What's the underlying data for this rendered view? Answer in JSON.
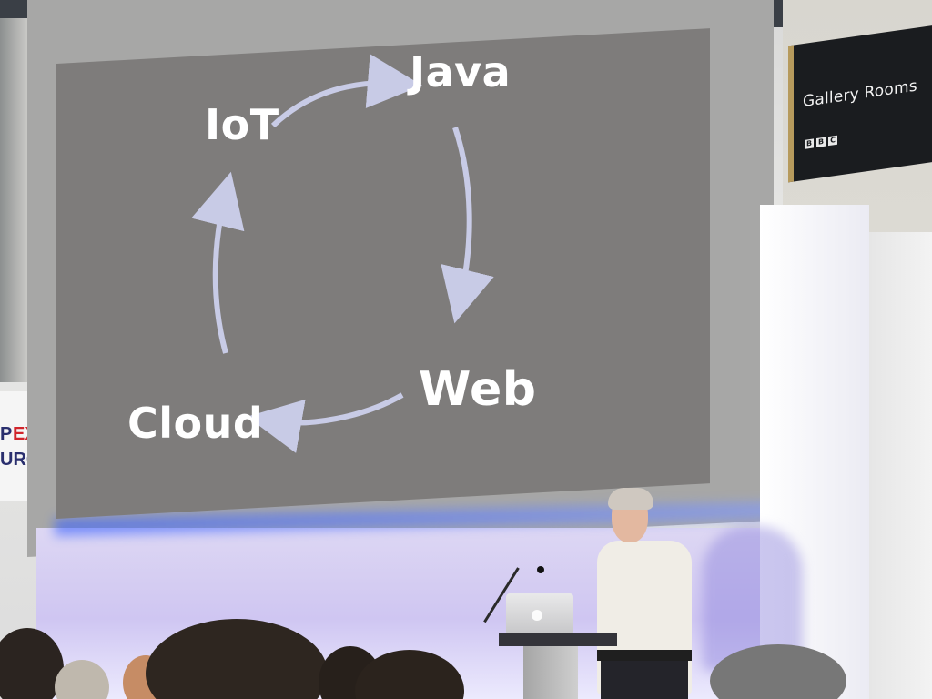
{
  "slide": {
    "words": {
      "java": "Java",
      "iot": "IoT",
      "web": "Web",
      "cloud": "Cloud"
    },
    "text_color": "#ffffff",
    "arrow_color": "#c8cbe6",
    "background_color": "#7e7c7b"
  },
  "signage": {
    "room_sign": "Gallery Rooms",
    "sign_logo": [
      "B",
      "B",
      "C"
    ]
  },
  "banner": {
    "line1_a": "P",
    "line1_b": "EX",
    "line2": "URO"
  }
}
